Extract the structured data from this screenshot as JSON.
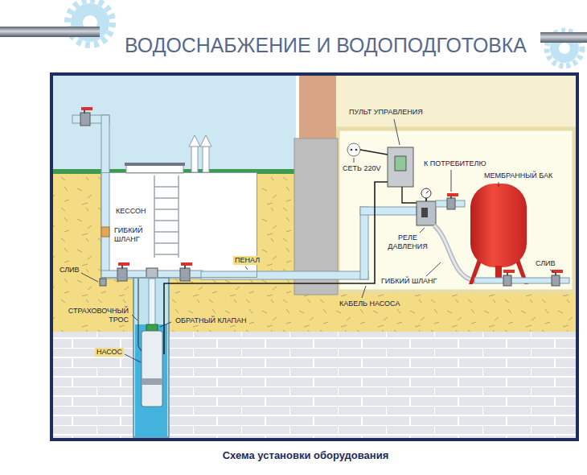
{
  "diagram": {
    "title": "ВОДОСНАБЖЕНИЕ И ВОДОПОДГОТОВКА",
    "caption": "Схема установки оборудования",
    "nodes": [
      {
        "text": [
          "КЕССОН"
        ]
      }
    ],
    "labels": [
      "ПУЛЬТ УПРАВЛЕНИЯ",
      "К ПОТРЕБИТЕЛЮ",
      "СЕТЬ 220V",
      "МЕМБРАННЫЙ БАК",
      "ГИБКИЙ ШЛАНГ",
      "РЕЛЕ ДАВЛЕНИЯ",
      "ПЕНАЛ",
      "СЛИВ",
      "СЛИВ",
      "ГИБКИЙ ШЛАНГ",
      "КАБЕЛЬ НАСОСА",
      "СТРАХОВОЧНЫЙ ТРОС",
      "ОБРАТНЫЙ КЛАПАН",
      "НАСОС"
    ]
  }
}
